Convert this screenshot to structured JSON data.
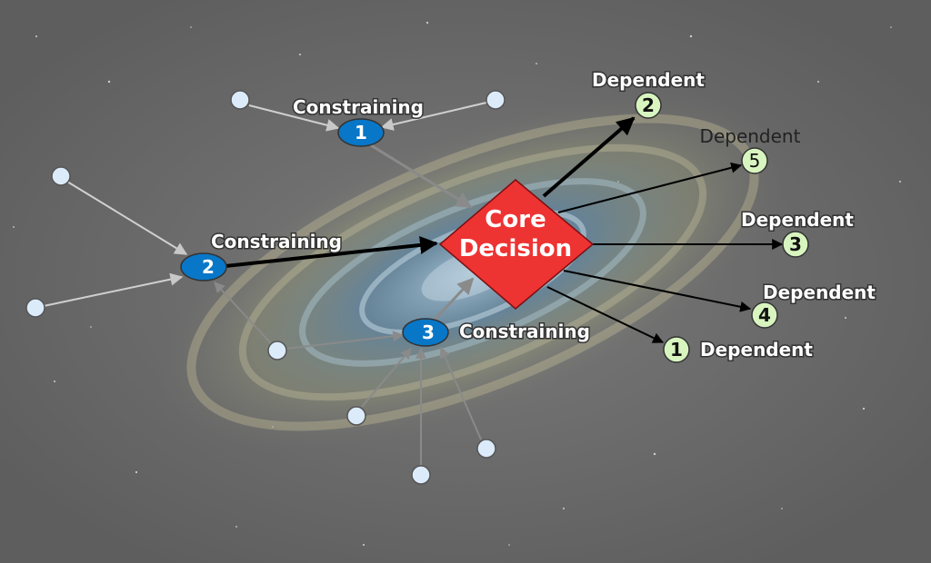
{
  "core": {
    "line1": "Core",
    "line2": "Decision",
    "color": "#ee3333"
  },
  "constraining": [
    {
      "label": "Constraining",
      "number": "1"
    },
    {
      "label": "Constraining",
      "number": "2"
    },
    {
      "label": "Constraining",
      "number": "3"
    }
  ],
  "dependent": [
    {
      "label": "Dependent",
      "number": "2"
    },
    {
      "label": "Dependent",
      "number": "5"
    },
    {
      "label": "Dependent",
      "number": "3"
    },
    {
      "label": "Dependent",
      "number": "4"
    },
    {
      "label": "Dependent",
      "number": "1"
    }
  ],
  "colors": {
    "constraining_node": "#0877c8",
    "dependent_node": "#d8f5c0",
    "input_node": "#dcebfa"
  }
}
